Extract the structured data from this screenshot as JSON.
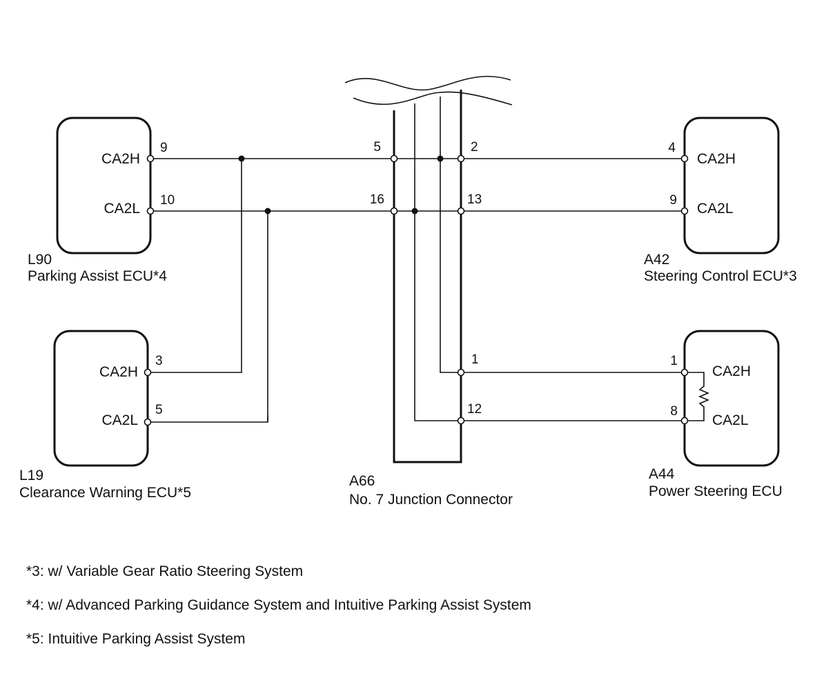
{
  "ecus": {
    "parking_assist": {
      "code": "L90",
      "name": "Parking Assist ECU*4",
      "h_label": "CA2H",
      "l_label": "CA2L",
      "h_pin": "9",
      "l_pin": "10"
    },
    "clearance_warning": {
      "code": "L19",
      "name": "Clearance Warning ECU*5",
      "h_label": "CA2H",
      "l_label": "CA2L",
      "h_pin": "3",
      "l_pin": "5"
    },
    "steering_control": {
      "code": "A42",
      "name": "Steering Control ECU*3",
      "h_label": "CA2H",
      "l_label": "CA2L",
      "h_pin": "4",
      "l_pin": "9"
    },
    "power_steering": {
      "code": "A44",
      "name": "Power Steering ECU",
      "h_label": "CA2H",
      "l_label": "CA2L",
      "h_pin": "1",
      "l_pin": "8"
    }
  },
  "junction": {
    "code": "A66",
    "name": "No. 7 Junction Connector",
    "pins": {
      "p5": "5",
      "p2": "2",
      "p16": "16",
      "p13": "13",
      "p1": "1",
      "p12": "12"
    }
  },
  "footnotes": [
    "*3: w/ Variable Gear Ratio Steering System",
    "*4: w/ Advanced Parking Guidance System and Intuitive Parking Assist System",
    "*5: Intuitive Parking Assist System"
  ]
}
